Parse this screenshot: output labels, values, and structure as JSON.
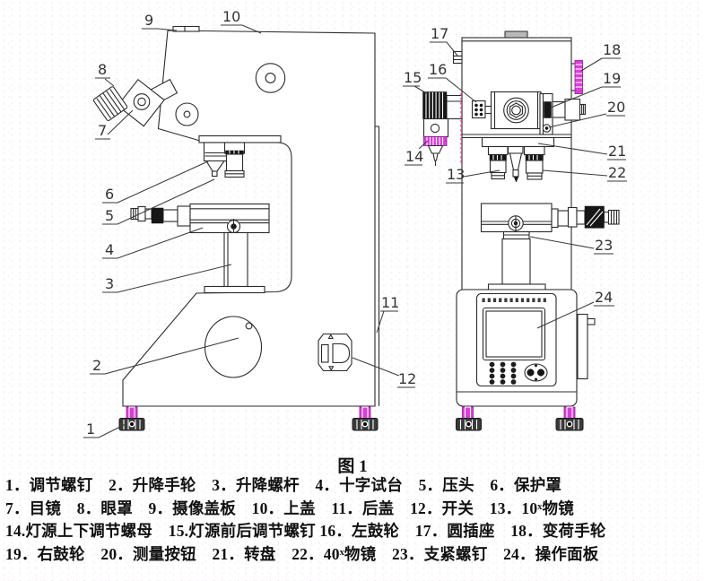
{
  "figure": {
    "caption": "图 1"
  },
  "callouts": {
    "c1": "1",
    "c2": "2",
    "c3": "3",
    "c4": "4",
    "c5": "5",
    "c6": "6",
    "c7": "7",
    "c8": "8",
    "c9": "9",
    "c10": "10",
    "c11": "11",
    "c12": "12",
    "c13": "13",
    "c14": "14",
    "c15": "15",
    "c16": "16",
    "c17": "17",
    "c18": "18",
    "c19": "19",
    "c20": "20",
    "c21": "21",
    "c22": "22",
    "c23": "23",
    "c24": "24"
  },
  "legend": {
    "line1": "1．调节螺钉　2．升降手轮　3．升降螺杆　4．十字试台　5．压头　6．保护罩",
    "line2": "7．目镜　8．眼罩　9．摄像盖板　10．上盖　11．后盖　12．开关　13．10ˣ物镜",
    "line3": "14.灯源上下调节螺母　15.灯源前后调节螺钉 16．左鼓轮　17．圆插座　18．变荷手轮",
    "line4": "19．右鼓轮　20．测量按钮　21．转盘　22．40ˣ物镜　23．支紧螺钉　24．操作面板"
  },
  "parts": [
    {
      "num": "1",
      "name": "调节螺钉"
    },
    {
      "num": "2",
      "name": "升降手轮"
    },
    {
      "num": "3",
      "name": "升降螺杆"
    },
    {
      "num": "4",
      "name": "十字试台"
    },
    {
      "num": "5",
      "name": "压头"
    },
    {
      "num": "6",
      "name": "保护罩"
    },
    {
      "num": "7",
      "name": "目镜"
    },
    {
      "num": "8",
      "name": "眼罩"
    },
    {
      "num": "9",
      "name": "摄像盖板"
    },
    {
      "num": "10",
      "name": "上盖"
    },
    {
      "num": "11",
      "name": "后盖"
    },
    {
      "num": "12",
      "name": "开关"
    },
    {
      "num": "13",
      "name": "10ˣ物镜"
    },
    {
      "num": "14",
      "name": "灯源上下调节螺母"
    },
    {
      "num": "15",
      "name": "灯源前后调节螺钉"
    },
    {
      "num": "16",
      "name": "左鼓轮"
    },
    {
      "num": "17",
      "name": "圆插座"
    },
    {
      "num": "18",
      "name": "变荷手轮"
    },
    {
      "num": "19",
      "name": "右鼓轮"
    },
    {
      "num": "20",
      "name": "测量按钮"
    },
    {
      "num": "21",
      "name": "转盘"
    },
    {
      "num": "22",
      "name": "40ˣ物镜"
    },
    {
      "num": "23",
      "name": "支紧螺钉"
    },
    {
      "num": "24",
      "name": "操作面板"
    }
  ],
  "colors": {
    "accent_magenta": "#da3fda",
    "line": "#2b2b2b"
  }
}
